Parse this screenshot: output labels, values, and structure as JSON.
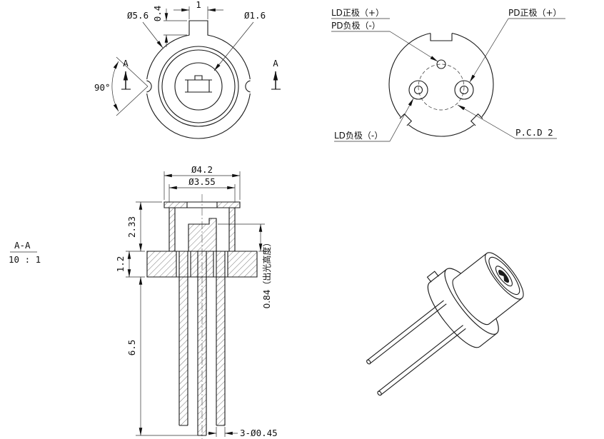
{
  "drawing": {
    "colors": {
      "line": "#1a1a1a",
      "background": "#ffffff"
    },
    "front_view": {
      "dim_can_diameter": "Ø5.6",
      "dim_window_diameter": "Ø1.6",
      "dim_tab_width": "1",
      "dim_tab_height": "0.4",
      "dim_notch_angle": "90°",
      "section_letter": "A"
    },
    "pin_view": {
      "label_ld_anode": "LD正极（+）",
      "label_pd_cathode": "PD负极（-）",
      "label_pd_anode": "PD正极（+）",
      "label_ld_cathode": "LD负极（-）",
      "label_pcd": "P.C.D 2"
    },
    "section_view": {
      "label_section": "A-A",
      "label_scale": "10 : 1",
      "dim_cap_flange_diameter": "Ø4.2",
      "dim_cap_body_diameter": "Ø3.55",
      "dim_cap_height": "2.33",
      "dim_base_thickness": "1.2",
      "dim_lead_length": "6.5",
      "dim_emission_height": "0.84（出光高度）",
      "dim_lead_diameter": "3-Ø0.45"
    }
  }
}
